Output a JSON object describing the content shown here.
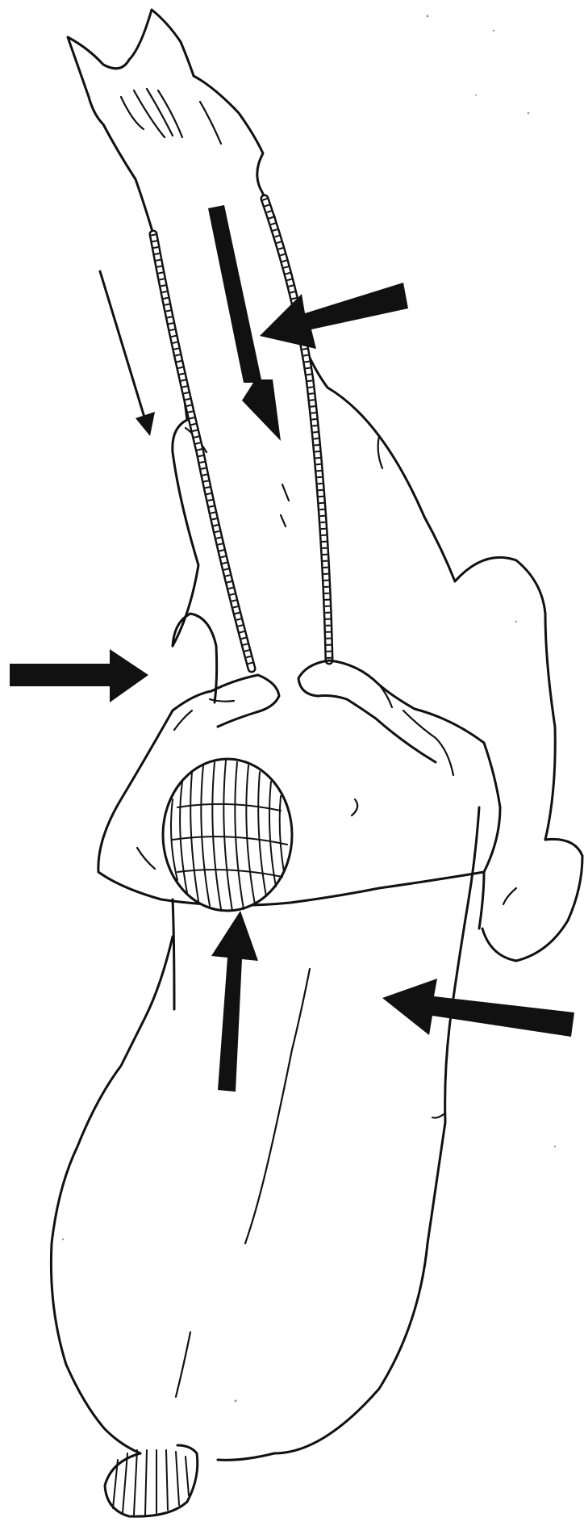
{
  "figure": {
    "subject": "rider-on-horse-top-view",
    "caption": ""
  },
  "arrows": [
    {
      "id": "arrow-neck-down-thick",
      "meaning": "pressure"
    },
    {
      "id": "arrow-neck-thin",
      "meaning": "direction"
    },
    {
      "id": "arrow-right-to-neck",
      "meaning": "pressure"
    },
    {
      "id": "arrow-left-to-rider",
      "meaning": "pressure"
    },
    {
      "id": "arrow-back-up",
      "meaning": "pressure"
    },
    {
      "id": "arrow-right-to-rider",
      "meaning": "pressure"
    }
  ],
  "colors": {
    "ink": "#111111",
    "paper": "#ffffff"
  }
}
